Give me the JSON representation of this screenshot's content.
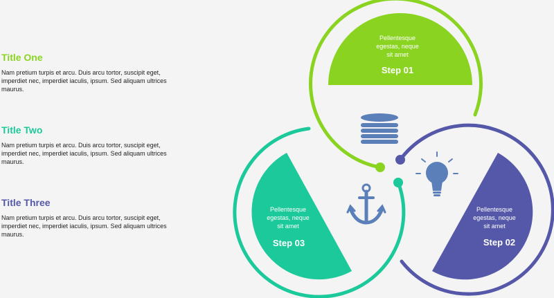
{
  "colors": {
    "green": "#8ad421",
    "teal": "#1cc99a",
    "purple": "#5558a8",
    "icon": "#5b7fb8",
    "background": "#f4f4f4"
  },
  "blocks": [
    {
      "title": "Title One",
      "body": "Nam pretium turpis et arcu. Duis arcu tortor, suscipit eget, imperdiet nec, imperdiet iaculis, ipsum. Sed aliquam ultrices maurus."
    },
    {
      "title": "Title Two",
      "body": "Nam pretium turpis et arcu. Duis arcu tortor, suscipit eget, imperdiet nec, imperdiet iaculis, ipsum. Sed aliquam ultrices maurus."
    },
    {
      "title": "Title Three",
      "body": "Nam pretium turpis et arcu. Duis arcu tortor, suscipit eget, imperdiet nec, imperdiet iaculis, ipsum. Sed aliquam ultrices maurus."
    }
  ],
  "steps": [
    {
      "line1": "Pellentesque",
      "line2": "egestas, neque",
      "line3": "sit amet",
      "label": "Step 01"
    },
    {
      "line1": "Pellentesque",
      "line2": "egestas, neque",
      "line3": "sit amet",
      "label": "Step 02"
    },
    {
      "line1": "Pellentesque",
      "line2": "egestas, neque",
      "line3": "sit amet",
      "label": "Step 03"
    }
  ],
  "icons": [
    "coin-stack-icon",
    "lightbulb-icon",
    "anchor-icon"
  ]
}
